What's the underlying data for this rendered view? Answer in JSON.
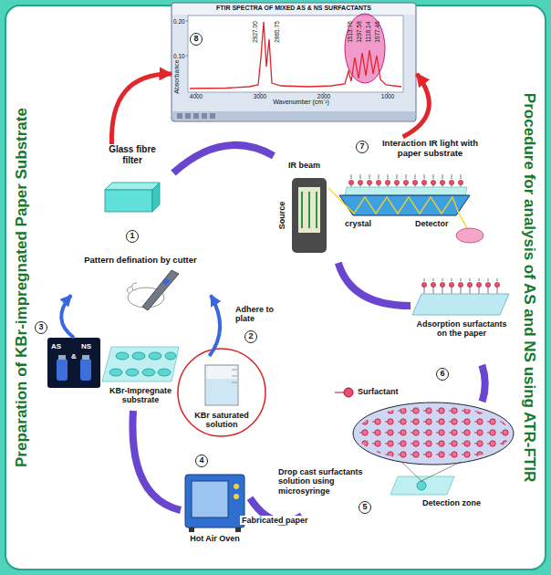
{
  "diagram": {
    "nodes": [
      {
        "text": [
          "Preparation of KBr-impregnated Paper Substrate"
        ]
      },
      {
        "text": [
          "Procedure for analysis of AS and NS using ATR-FTIR"
        ]
      },
      {
        "text": [
          "FTIR SPECTRA OF MIXED AS & NS SURFACTANTS"
        ]
      },
      {
        "text": [
          "Glass fibre filter"
        ]
      },
      {
        "text": [
          "Pattern defination by cutter"
        ]
      },
      {
        "text": [
          "KBr saturated solution"
        ]
      },
      {
        "text": [
          "AS",
          "&",
          "NS"
        ]
      },
      {
        "text": [
          "KBr-Impregnate substrate"
        ]
      },
      {
        "text": [
          "Hot Air Oven"
        ]
      },
      {
        "text": [
          "Drop cast surfactants solution using microsyringe",
          "Detection zone"
        ]
      },
      {
        "text": [
          "Adsorption surfactants on the paper"
        ]
      },
      {
        "text": [
          "Interaction IR light with paper substrate"
        ]
      }
    ],
    "edges": [
      {
        "from": 3,
        "to": 2,
        "arrow": "to"
      },
      {
        "from": 11,
        "to": 2,
        "arrow": "to"
      },
      {
        "from": 6,
        "to": 4,
        "arrow": "to"
      },
      {
        "from": 5,
        "to": 4,
        "arrow": "to"
      },
      {
        "from": 3,
        "to": 11,
        "arrow": "none"
      },
      {
        "from": 11,
        "to": 10,
        "arrow": "none"
      },
      {
        "from": 10,
        "to": 9,
        "arrow": "none"
      },
      {
        "from": 7,
        "to": 8,
        "arrow": "none"
      },
      {
        "from": 8,
        "to": 9,
        "label": "Fabricated paper",
        "arrow": "none"
      }
    ],
    "labels": [
      "8",
      "0.20",
      "0.10",
      "Absorbance",
      "2927.00",
      "2865.75",
      "1513.76",
      "1297.58",
      "1118.14",
      "1077.46",
      "4000",
      "3000",
      "2000",
      "1000",
      "Wavenumber (cm⁻¹)",
      "1",
      "7",
      "IR beam",
      "Source",
      "crystal",
      "Detector",
      "6",
      "Surfactant",
      "5",
      "3",
      "Adhere to plate",
      "2",
      "4"
    ]
  }
}
